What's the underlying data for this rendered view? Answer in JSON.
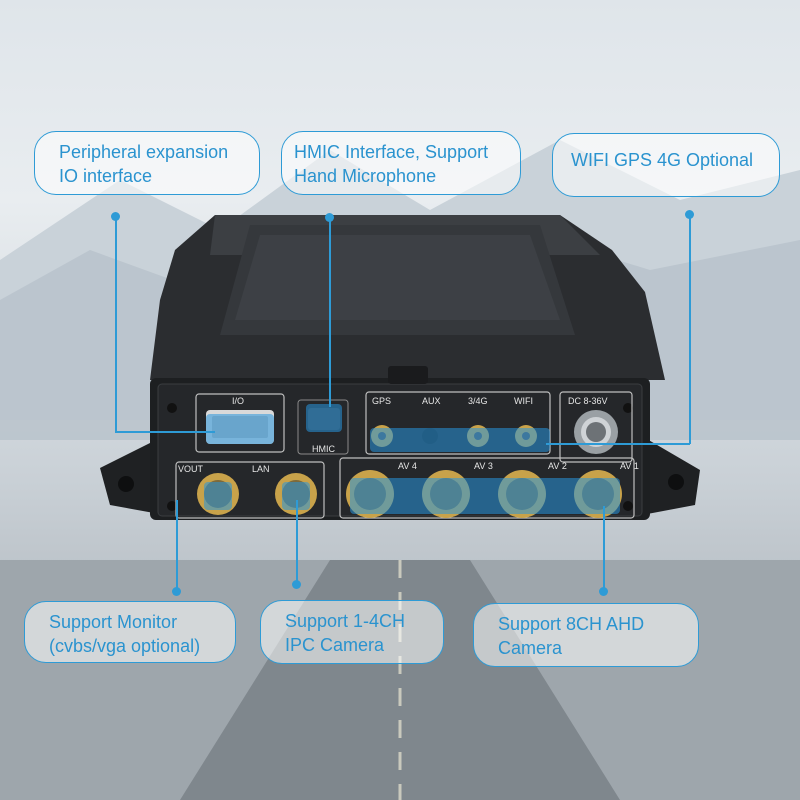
{
  "callouts": {
    "io": {
      "line1": "Peripheral expansion",
      "line2": "IO interface"
    },
    "hmic": {
      "line1": "HMIC Interface, Support",
      "line2": "Hand Microphone"
    },
    "wifi": {
      "line1": "WIFI GPS 4G Optional"
    },
    "monitor": {
      "line1": "Support Monitor",
      "line2": "(cvbs/vga optional)"
    },
    "ipc": {
      "line1": "Support 1-4CH",
      "line2": "IPC Camera"
    },
    "ahd": {
      "line1": "Support 8CH AHD",
      "line2": "Camera"
    }
  },
  "device": {
    "io_label": "I/O",
    "hmic_label": "HMIC",
    "gps_label": "GPS",
    "aux_label": "AUX",
    "g4_label": "3/4G",
    "wifi_label": "WIFI",
    "dc_label": "DC 8-36V",
    "vout_label": "VOUT",
    "lan_label": "LAN",
    "av4_label": "AV 4",
    "av3_label": "AV 3",
    "av2_label": "AV 2",
    "av1_label": "AV 1"
  },
  "colors": {
    "accent": "#2e9bd6",
    "highlight": "rgba(40,150,220,0.55)",
    "device_body": "#2a2c2e"
  }
}
